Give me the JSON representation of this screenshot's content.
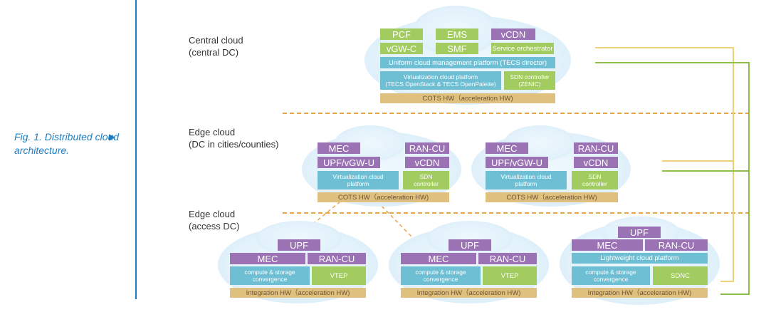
{
  "caption": {
    "text": "Fig. 1. Distributed cloud architecture.",
    "arrow_icon": "▶"
  },
  "tiers": {
    "central": {
      "line1": "Central cloud",
      "line2": "(central DC)"
    },
    "edge_city": {
      "line1": "Edge cloud",
      "line2": "(DC in cities/counties)"
    },
    "edge_access": {
      "line1": "Edge cloud",
      "line2": "(access DC)"
    }
  },
  "central": {
    "pcf": "PCF",
    "ems": "EMS",
    "vcdn": "vCDN",
    "vgwc": "vGW-C",
    "smf": "SMF",
    "service_orchestrator": "Service orchestrator",
    "uniform": "Uniform  cloud management platform (TECS director)",
    "virt": "Virtualization cloud platform\n(TECS OpenStack  & TECS OpenPalette)",
    "sdn": "SDN controller\n(ZENIC)",
    "cots": "COTS HW（acceleration HW)"
  },
  "edge_city_left": {
    "mec": "MEC",
    "rancu": "RAN-CU",
    "upf": "UPF/vGW-U",
    "vcdn": "vCDN",
    "virt": "Virtualization cloud\nplatform",
    "sdn": "SDN\ncontroller",
    "cots": "COTS HW（acceleration HW)"
  },
  "edge_city_right": {
    "mec": "MEC",
    "rancu": "RAN-CU",
    "upf": "UPF/vGW-U",
    "vcdn": "vCDN",
    "virt": "Virtualization cloud\nplatform",
    "sdn": "SDN\ncontroller",
    "cots": "COTS HW（acceleration HW)"
  },
  "access_1": {
    "upf": "UPF",
    "mec": "MEC",
    "rancu": "RAN-CU",
    "compute": "compute & storage\nconvergence",
    "vtep": "VTEP",
    "hw": "Integration HW（acceleration HW)"
  },
  "access_2": {
    "upf": "UPF",
    "mec": "MEC",
    "rancu": "RAN-CU",
    "compute": "compute & storage\nconvergence",
    "vtep": "VTEP",
    "hw": "Integration HW（acceleration HW)"
  },
  "access_3": {
    "upf": "UPF",
    "mec": "MEC",
    "rancu": "RAN-CU",
    "light": "Lightweight cloud platform",
    "compute": "compute & storage\nconvergence",
    "sdnc": "SDNC",
    "hw": "Integration HW（acceleration HW)"
  },
  "colors": {
    "green": "#a2cc5f",
    "purple": "#9b72b4",
    "blue": "#6fbfd4",
    "tan": "#e0c07e",
    "dash_orange": "#e8a64a",
    "yellow_line": "#ecd37a",
    "green_line": "#8cc04b",
    "accent_blue": "#1e7dc2"
  }
}
